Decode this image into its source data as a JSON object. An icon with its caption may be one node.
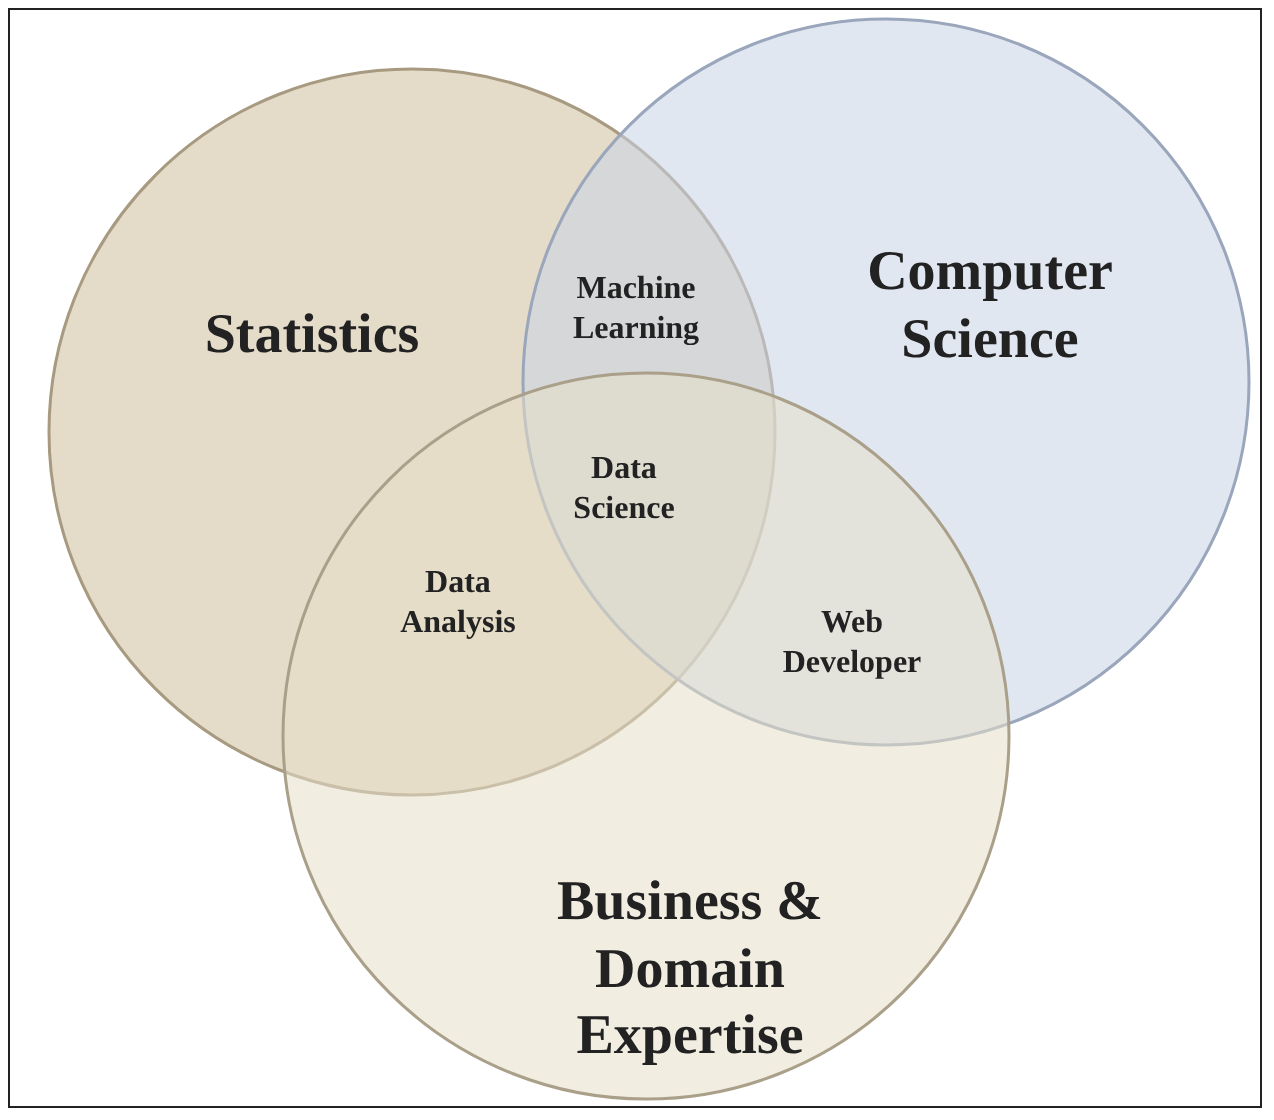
{
  "diagram": {
    "nodes": [
      {
        "text": [
          "Statistics"
        ]
      },
      {
        "text": [
          "Computer Science"
        ]
      },
      {
        "text": [
          "Business & Domain Expertise"
        ]
      }
    ],
    "labels": [
      "Machine Learning",
      "Data Science",
      "Data Analysis",
      "Web Developer"
    ]
  }
}
